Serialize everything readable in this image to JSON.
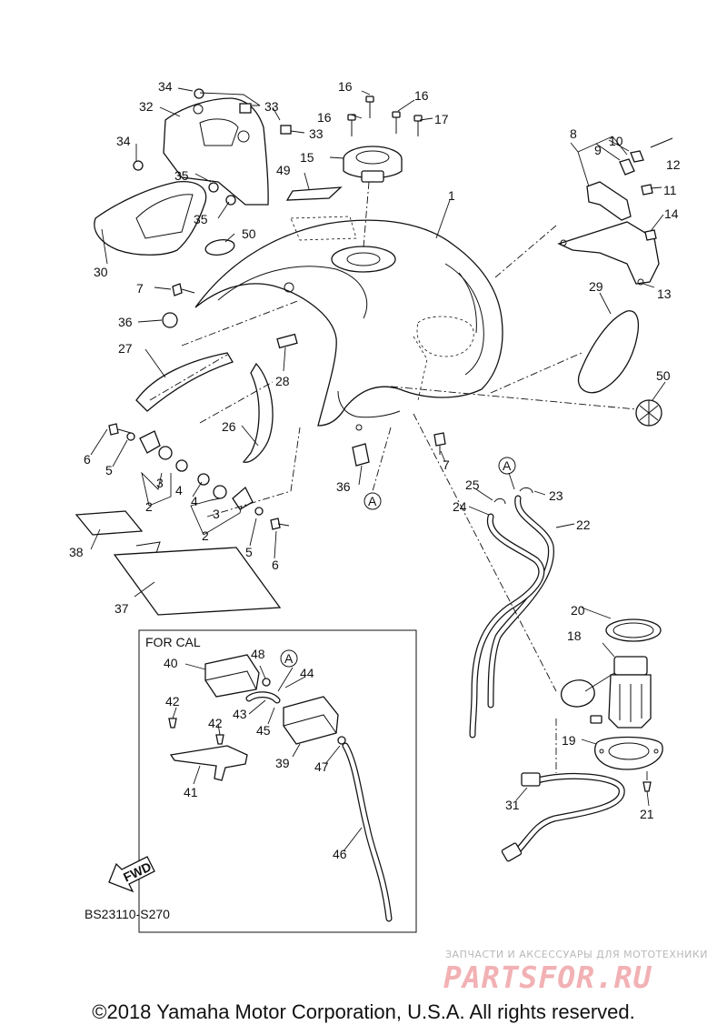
{
  "callouts": {
    "c1": "1",
    "c2a": "2",
    "c2b": "2",
    "c3a": "3",
    "c3b": "3",
    "c4a": "4",
    "c4b": "4",
    "c5a": "5",
    "c5b": "5",
    "c6a": "6",
    "c6b": "6",
    "c7a": "7",
    "c7b": "7",
    "c8": "8",
    "c9": "9",
    "c10": "10",
    "c11": "11",
    "c12": "12",
    "c13": "13",
    "c14": "14",
    "c15": "15",
    "c16a": "16",
    "c16b": "16",
    "c16c": "16",
    "c17": "17",
    "c18": "18",
    "c19": "19",
    "c20": "20",
    "c21": "21",
    "c22": "22",
    "c23": "23",
    "c24": "24",
    "c25": "25",
    "c26": "26",
    "c27": "27",
    "c28": "28",
    "c29": "29",
    "c30": "30",
    "c31": "31",
    "c32": "32",
    "c33a": "33",
    "c33b": "33",
    "c34a": "34",
    "c34b": "34",
    "c35a": "35",
    "c35b": "35",
    "c36a": "36",
    "c36b": "36",
    "c37": "37",
    "c38": "38",
    "c39": "39",
    "c40": "40",
    "c41": "41",
    "c42a": "42",
    "c42b": "42",
    "c43": "43",
    "c44": "44",
    "c45": "45",
    "c46": "46",
    "c47": "47",
    "c48": "48",
    "c49": "49",
    "c50a": "50",
    "c50b": "50"
  },
  "ref_marks": {
    "a1": "A",
    "a2": "A",
    "a3": "A"
  },
  "inset_title": "FOR CAL",
  "fwd_label": "FWD",
  "diagram_code": "BS23110-S270",
  "copyright": "©2018 Yamaha Motor Corporation, U.S.A. All rights reserved.",
  "watermark": {
    "tagline": "ЗАПЧАСТИ И АКСЕССУАРЫ ДЛЯ МОТОТЕХНИКИ",
    "logo": "PARTSFOR.RU"
  }
}
